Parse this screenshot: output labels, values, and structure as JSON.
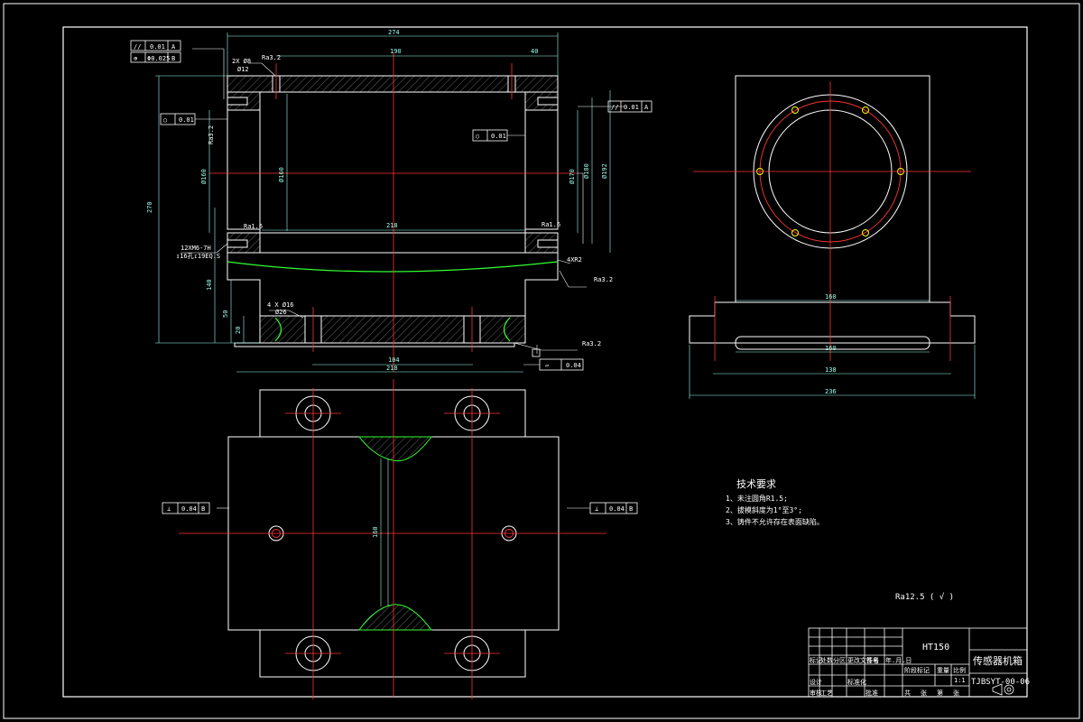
{
  "dims": {
    "top_width": "274",
    "inner_190": "190",
    "right_40": "40",
    "height_270": "270",
    "h_140": "140",
    "h_50": "50",
    "h_20": "20",
    "bore_218": "218",
    "bore_160": "Ø160",
    "d_104": "104",
    "d_218b": "218",
    "d_160": "Ø160",
    "d_170": "Ø170",
    "d_180": "Ø180",
    "d_192": "Ø192",
    "side_160": "160",
    "side_160b": "160",
    "side_138": "138",
    "side_236": "236",
    "plan_160": "160"
  },
  "annotations": {
    "holes_top": "2X Ø8",
    "holes_top2": "Ø12",
    "thread": "12XM6-7H",
    "thread2": "↧16孔↧19EQ.S",
    "fillet": "4XR2",
    "bottom_holes": "4 X Ø16",
    "bottom_holes2": "Ø26",
    "ra_a": "Ra3.2",
    "ra_b": "Ra1.6",
    "ra_c": "Ra3.2"
  },
  "tolerances": {
    "parallel_top": {
      "sym": "//",
      "val": "0.01",
      "ref": "A"
    },
    "position": {
      "sym": "⊕",
      "val": "Φ0.025",
      "ref": "B"
    },
    "circ_left": {
      "sym": "○",
      "val": "0.01"
    },
    "circ_mid": {
      "sym": "○",
      "val": "0.01"
    },
    "parallel_right": {
      "sym": "//",
      "val": "0.01",
      "ref": "A"
    },
    "flat": {
      "sym": "▱",
      "val": "0.04"
    },
    "perp_left": {
      "sym": "⊥",
      "val": "0.04",
      "ref": "B"
    },
    "perp_right": {
      "sym": "⊥",
      "val": "0.04",
      "ref": "B"
    }
  },
  "tech": {
    "title": "技术要求",
    "items": [
      "1、未注圆角R1.5;",
      "2、拔模斜度为1°至3°;",
      "3、铸件不允许存在表面缺陷。"
    ]
  },
  "roughness_note": "Ra12.5 ( √ )",
  "title_block": {
    "material": "HT150",
    "name": "传感器机箱",
    "code": "TJBSYT-00-06",
    "scale": "1:1",
    "cells": [
      "标记",
      "处数",
      "分区",
      "更改文件号",
      "签名",
      "年.月.日",
      "设计",
      "标准化",
      "阶段标记",
      "重量",
      "比例",
      "审核",
      "工艺",
      "批准",
      "共",
      "张",
      "第",
      "张"
    ]
  }
}
